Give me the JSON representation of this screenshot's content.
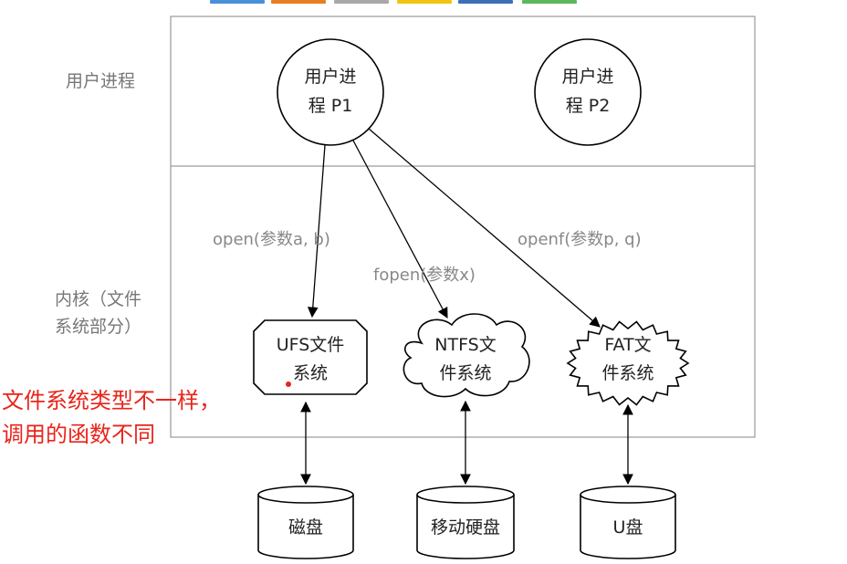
{
  "toolbar_swatches": [
    {
      "name": "blue",
      "color": "#4a90d9"
    },
    {
      "name": "orange",
      "color": "#e67e22"
    },
    {
      "name": "gray",
      "color": "#a8a8a8"
    },
    {
      "name": "yellow",
      "color": "#f1c40f"
    },
    {
      "name": "navy",
      "color": "#3d6fb6"
    },
    {
      "name": "green",
      "color": "#5cb85c"
    }
  ],
  "layers": {
    "user": "用户进程",
    "kernel_line1": "内核（文件",
    "kernel_line2": "系统部分）"
  },
  "processes": {
    "p1": {
      "line1": "用户进",
      "line2": "程 P1"
    },
    "p2": {
      "line1": "用户进",
      "line2": "程 P2"
    }
  },
  "calls": {
    "ufs": "open(参数a, b)",
    "ntfs": "fopen(参数x)",
    "fat": "openf(参数p, q)"
  },
  "filesystems": {
    "ufs": {
      "line1": "UFS文件",
      "line2": "系统"
    },
    "ntfs": {
      "line1": "NTFS文",
      "line2": "件系统"
    },
    "fat": {
      "line1": "FAT文",
      "line2": "件系统"
    }
  },
  "devices": {
    "disk": "磁盘",
    "mobile": "移动硬盘",
    "usb": "U盘"
  },
  "annotation": {
    "line1": "文件系统类型不一样，",
    "line2": "调用的函数不同",
    "color": "#e8241b"
  }
}
